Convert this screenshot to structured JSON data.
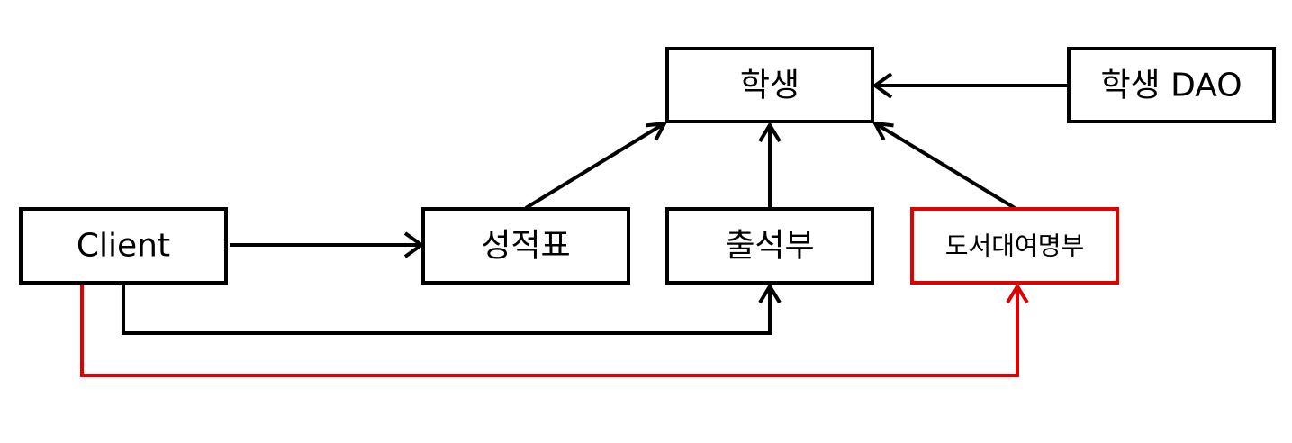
{
  "colors": {
    "default_stroke": "#000000",
    "highlight_stroke": "#e00000",
    "text": "#000000",
    "background": "#ffffff"
  },
  "nodes": {
    "student": {
      "label": "학생"
    },
    "student_dao": {
      "label": "학생 DAO"
    },
    "client": {
      "label": "Client"
    },
    "grade_report": {
      "label": "성적표"
    },
    "attendance_book": {
      "label": "출석부"
    },
    "library_rental_list": {
      "label": "도서대여명부",
      "highlighted": true
    }
  },
  "edges": [
    {
      "from": "student_dao",
      "to": "student"
    },
    {
      "from": "grade_report",
      "to": "student"
    },
    {
      "from": "attendance_book",
      "to": "student"
    },
    {
      "from": "library_rental_list",
      "to": "student"
    },
    {
      "from": "client",
      "to": "grade_report"
    },
    {
      "from": "client",
      "to": "attendance_book"
    },
    {
      "from": "client",
      "to": "library_rental_list",
      "highlighted": true
    }
  ]
}
